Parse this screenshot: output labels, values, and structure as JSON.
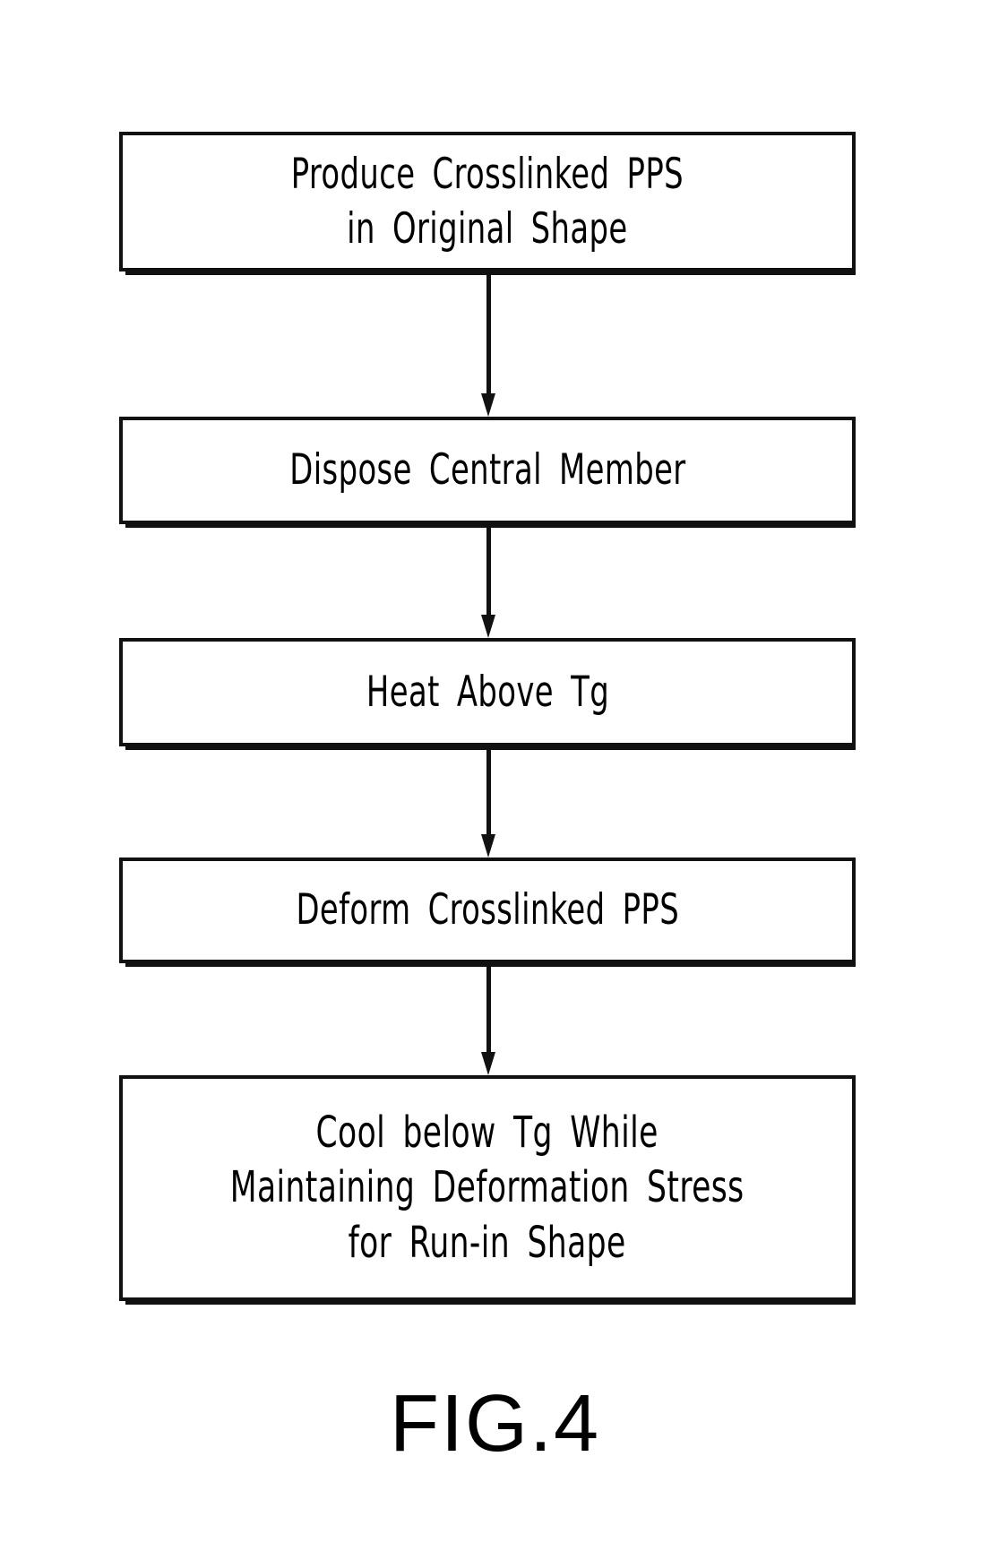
{
  "figure": {
    "caption": "FIG.4",
    "type": "process-flow-chart",
    "orientation": "vertical-top-to-bottom",
    "ink_color": "#111111",
    "background_color": "#ffffff"
  },
  "flowchart": {
    "steps": [
      {
        "id": "produce",
        "order": 1,
        "label": "Produce Crosslinked PPS\nin Original Shape",
        "lines": [
          "Produce Crosslinked PPS",
          "in Original Shape"
        ]
      },
      {
        "id": "dispose",
        "order": 2,
        "label": "Dispose Central Member",
        "lines": [
          "Dispose Central Member"
        ]
      },
      {
        "id": "heat",
        "order": 3,
        "label": "Heat Above Tg",
        "lines": [
          "Heat Above Tg"
        ]
      },
      {
        "id": "deform",
        "order": 4,
        "label": "Deform Crosslinked PPS",
        "lines": [
          "Deform Crosslinked PPS"
        ]
      },
      {
        "id": "cool",
        "order": 5,
        "label": "Cool below Tg While\nMaintaining Deformation Stress\nfor Run-in Shape",
        "lines": [
          "Cool below Tg While",
          "Maintaining Deformation Stress",
          "for Run-in Shape"
        ]
      }
    ],
    "connectors": [
      {
        "id": "connector-1",
        "from": "produce",
        "to": "dispose",
        "glyph": "downward-arrow"
      },
      {
        "id": "connector-2",
        "from": "dispose",
        "to": "heat",
        "glyph": "downward-arrow"
      },
      {
        "id": "connector-3",
        "from": "heat",
        "to": "deform",
        "glyph": "downward-arrow"
      },
      {
        "id": "connector-4",
        "from": "deform",
        "to": "cool",
        "glyph": "downward-arrow"
      }
    ]
  }
}
